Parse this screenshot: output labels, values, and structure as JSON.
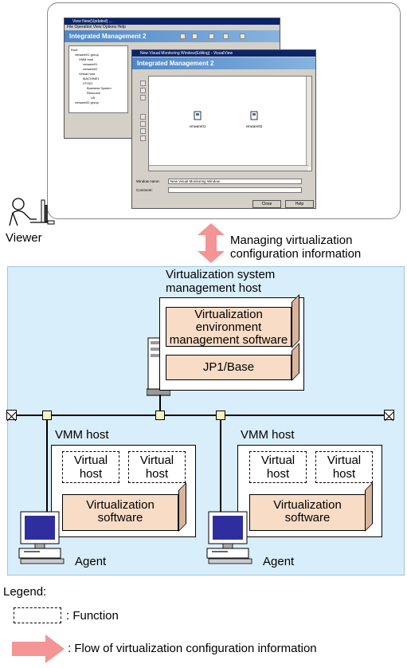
{
  "viewer_window": {
    "app_title": "View New(Updated) ...",
    "menu": "File  Operation  View  Options  Help",
    "banner": "Integrated Management 2",
    "tree_items": [
      "Root",
      "vmware01 group",
      "VMM host",
      "vmware01",
      "vmware02",
      "Virtual host",
      "MACHINE1",
      "VTOIG",
      "Business System",
      "Resource",
      "U5",
      "vmware02 group"
    ]
  },
  "editor_window": {
    "title": "New Visual Monitoring Window(Editing) - VisualView",
    "banner": "Integrated Management 2",
    "icons": [
      "vmware01",
      "vmware02"
    ],
    "window_name_label": "Window name:",
    "window_name_value": "New Visual Monitoring Window",
    "comment_label": "Comment:",
    "close_button": "Close",
    "help_button": "Help"
  },
  "viewer_label": "Viewer",
  "flow_label": "Managing virtualization configuration information",
  "mgmt_host": {
    "title": "Virtualization system management host",
    "software": "Virtualization environment management software",
    "jp1": "JP1/Base"
  },
  "vmm_hosts": [
    {
      "title": "VMM host",
      "virtual_hosts": [
        "Virtual host",
        "Virtual host"
      ],
      "software": "Virtualization software",
      "agent": "Agent"
    },
    {
      "title": "VMM host",
      "virtual_hosts": [
        "Virtual host",
        "Virtual host"
      ],
      "software": "Virtualization software",
      "agent": "Agent"
    }
  ],
  "legend": {
    "title": "Legend:",
    "function": ": Function",
    "flow": ": Flow of virtualization configuration information"
  },
  "colors": {
    "arrow": "#f49494",
    "system_background": "#d9eefb",
    "software_fill": "#f8dcc6",
    "node_fill": "#f7f3c2"
  }
}
